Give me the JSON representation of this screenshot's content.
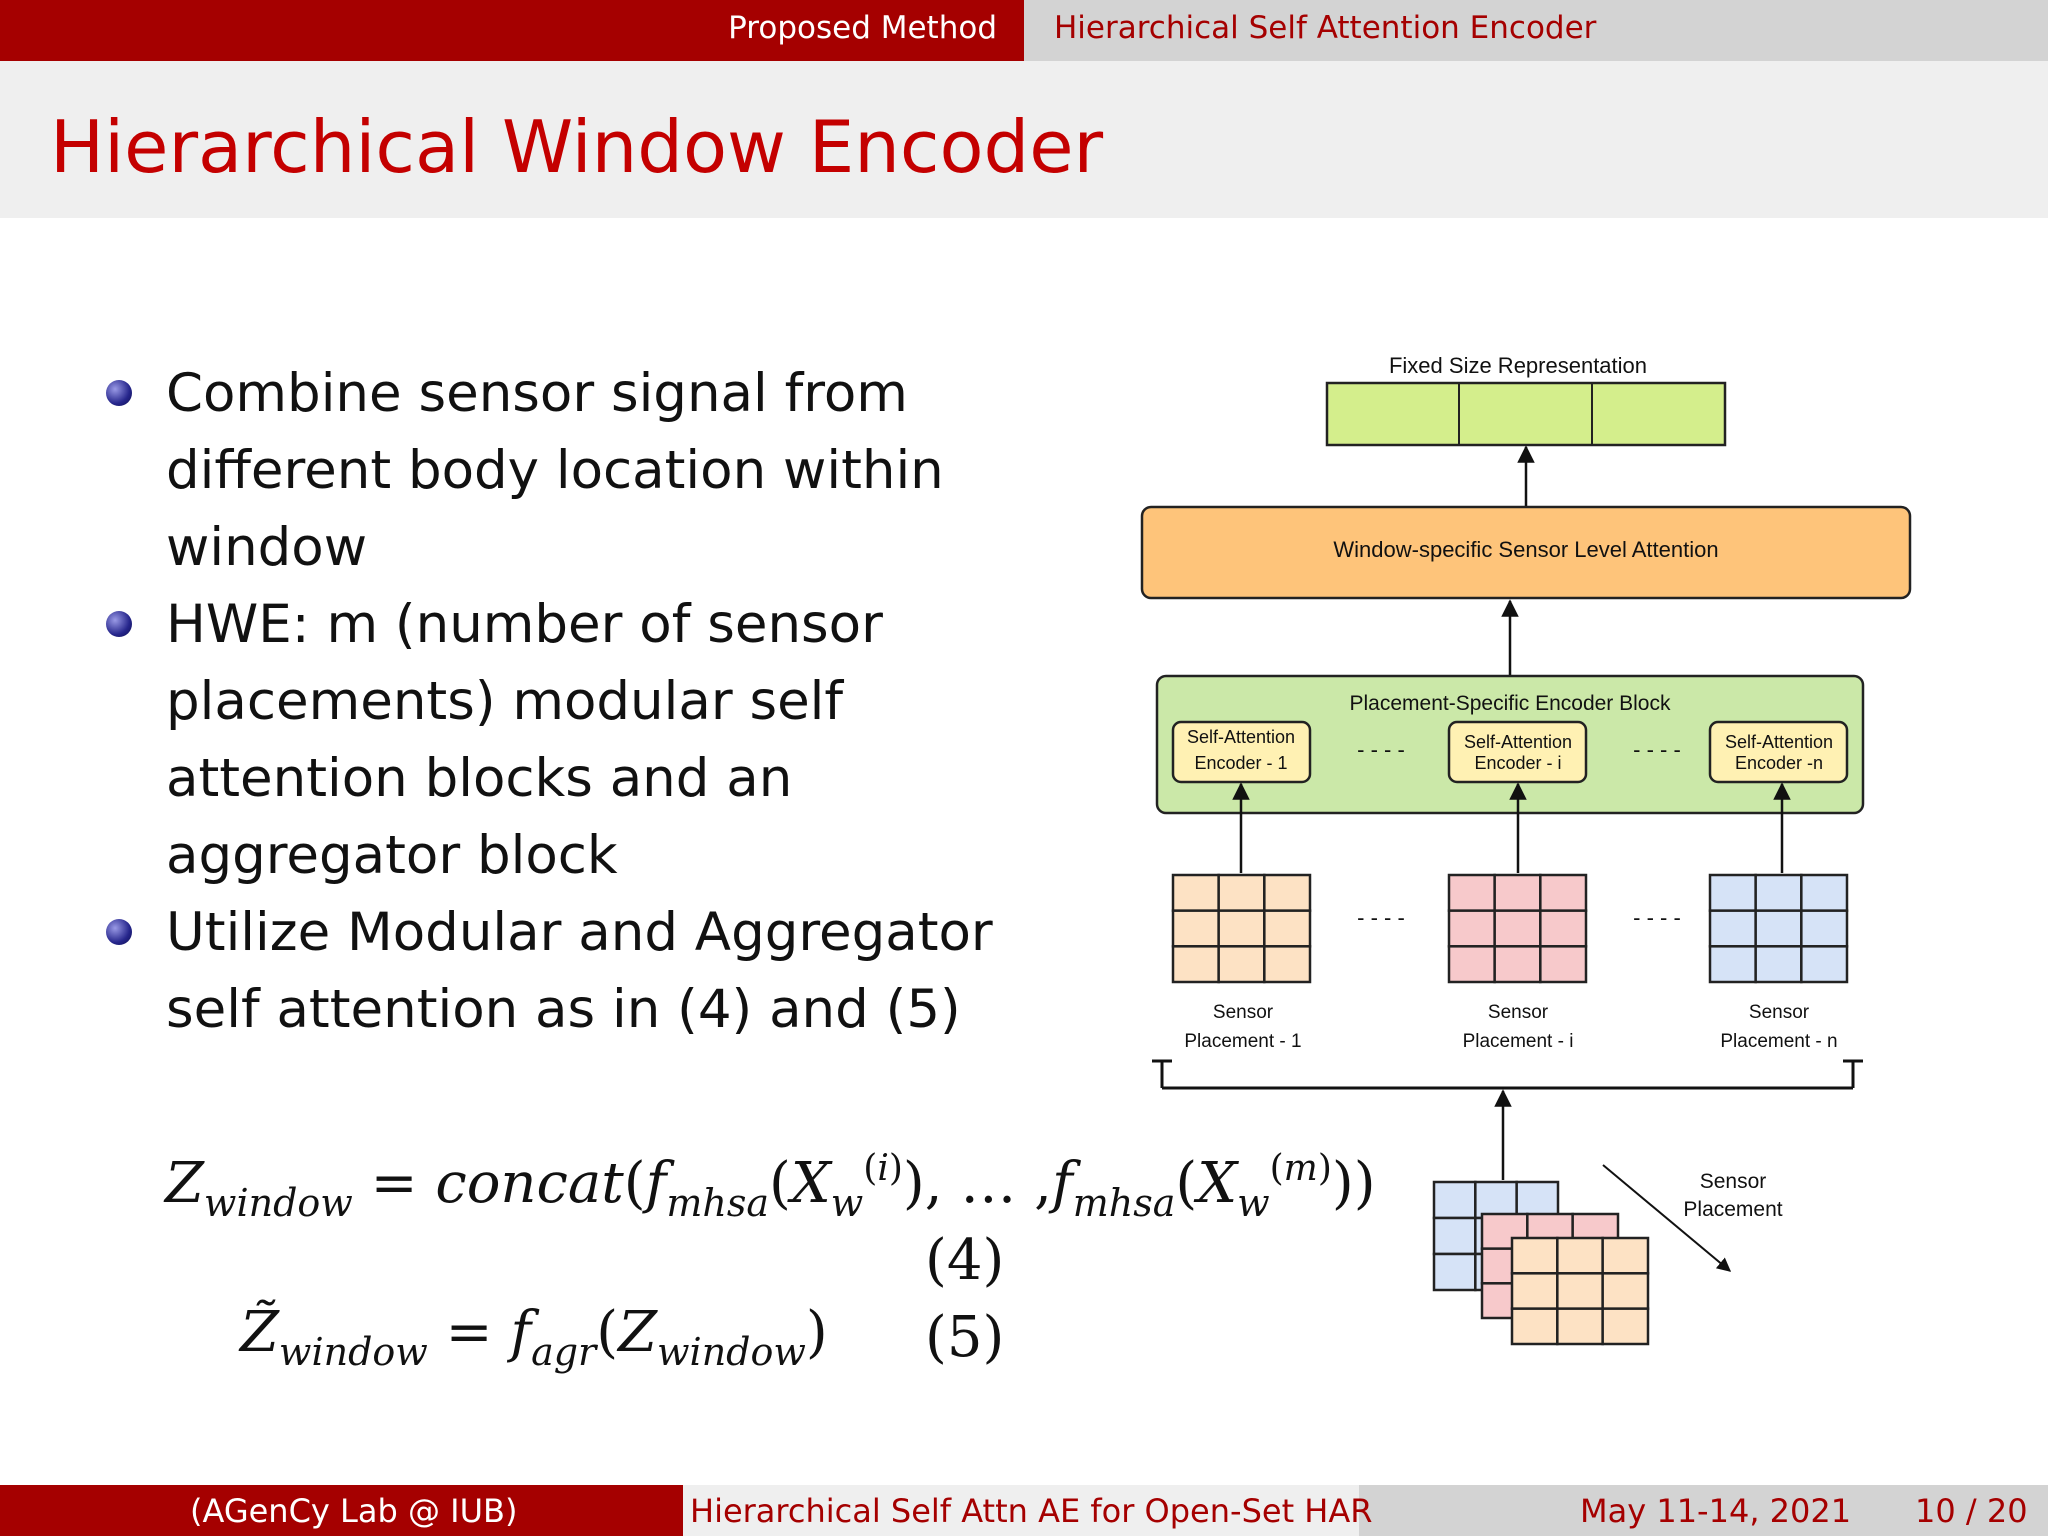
{
  "header": {
    "section": "Proposed Method",
    "subsection": "Hierarchical Self Attention Encoder"
  },
  "slide": {
    "title": "Hierarchical Window Encoder",
    "bullets": [
      "Combine sensor signal from different body location within window",
      "HWE: m (number of sensor placements) modular self attention blocks and an aggregator block",
      "Utilize Modular and Aggregator self attention as in (4) and (5)"
    ],
    "equation_4_number": "(4)",
    "equation_5_number": "(5)"
  },
  "diagram": {
    "output_label": "Fixed Size Representation",
    "aggregator_label": "Window-specific Sensor Level Attention",
    "block_label": "Placement-Specific Encoder Block",
    "encoders": [
      {
        "line1": "Self-Attention",
        "line2": "Encoder - 1"
      },
      {
        "line1": "Self-Attention",
        "line2": "Encoder - i"
      },
      {
        "line1": "Self-Attention",
        "line2": "Encoder -n"
      }
    ],
    "placements": [
      {
        "line1": "Sensor",
        "line2": "Placement - 1"
      },
      {
        "line1": "Sensor",
        "line2": "Placement - i"
      },
      {
        "line1": "Sensor",
        "line2": "Placement - n"
      }
    ],
    "ellipsis": "- - - -",
    "input_label_line1": "Sensor",
    "input_label_line2": "Placement",
    "colors": {
      "output": "#d4ee8c",
      "aggregator": "#fec47a",
      "block": "#cbe8a8",
      "encoder": "#fff1b3",
      "placement_1": "#fde2c4",
      "placement_i": "#f7c9cb",
      "placement_n": "#d6e3f7"
    }
  },
  "footer": {
    "author": "(AGenCy Lab @ IUB)",
    "talk_title": "Hierarchical Self Attn AE for Open-Set HAR",
    "date": "May 11-14, 2021",
    "page": "10 / 20"
  }
}
